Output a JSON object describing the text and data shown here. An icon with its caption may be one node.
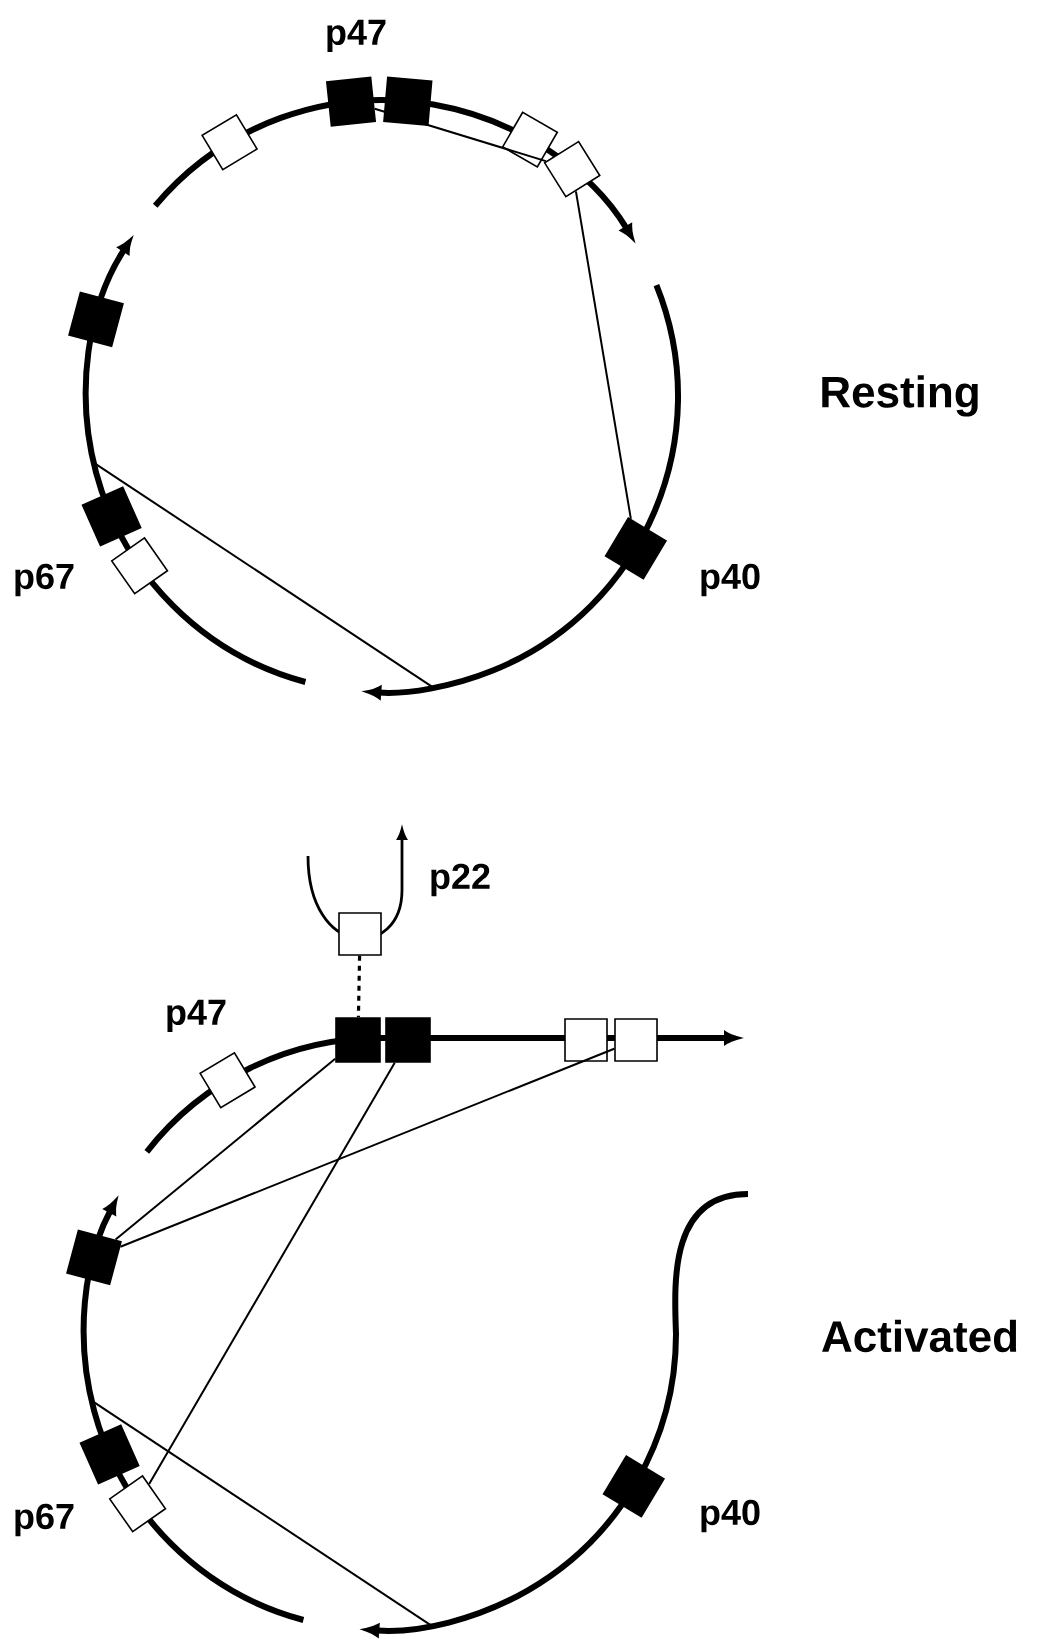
{
  "diagram": {
    "nodes": [
      {
        "text": [],
        "shape": "box"
      },
      {
        "text": [],
        "shape": "box"
      },
      {
        "text": [],
        "shape": "box"
      },
      {
        "text": [],
        "shape": "box"
      },
      {
        "text": [],
        "shape": "box"
      },
      {
        "text": [],
        "shape": "box"
      },
      {
        "text": [],
        "shape": "box"
      },
      {
        "text": [],
        "shape": "box"
      },
      {
        "text": [],
        "shape": "box"
      },
      {
        "text": [],
        "shape": "box"
      },
      {
        "text": [],
        "shape": "box"
      },
      {
        "text": [],
        "shape": "box"
      },
      {
        "text": [],
        "shape": "box"
      },
      {
        "text": [],
        "shape": "box"
      },
      {
        "text": [],
        "shape": "box"
      },
      {
        "text": [],
        "shape": "box"
      },
      {
        "text": [],
        "shape": "box"
      },
      {
        "text": [],
        "shape": "box"
      },
      {
        "text": [],
        "shape": "box"
      }
    ],
    "edges": [
      {
        "from": 1,
        "to": 4,
        "arrow": "none"
      },
      {
        "from": 4,
        "to": 8,
        "arrow": "none"
      },
      {
        "from": 9,
        "to": 11,
        "arrow": "none",
        "style": "dashed"
      },
      {
        "from": 11,
        "to": 15,
        "arrow": "none"
      },
      {
        "from": 15,
        "to": 14,
        "arrow": "none"
      },
      {
        "from": 12,
        "to": 17,
        "arrow": "none"
      }
    ],
    "labels": [
      "p47",
      "p67",
      "p40",
      "Resting",
      "p22",
      "p47",
      "p67",
      "p40",
      "Activated"
    ]
  }
}
